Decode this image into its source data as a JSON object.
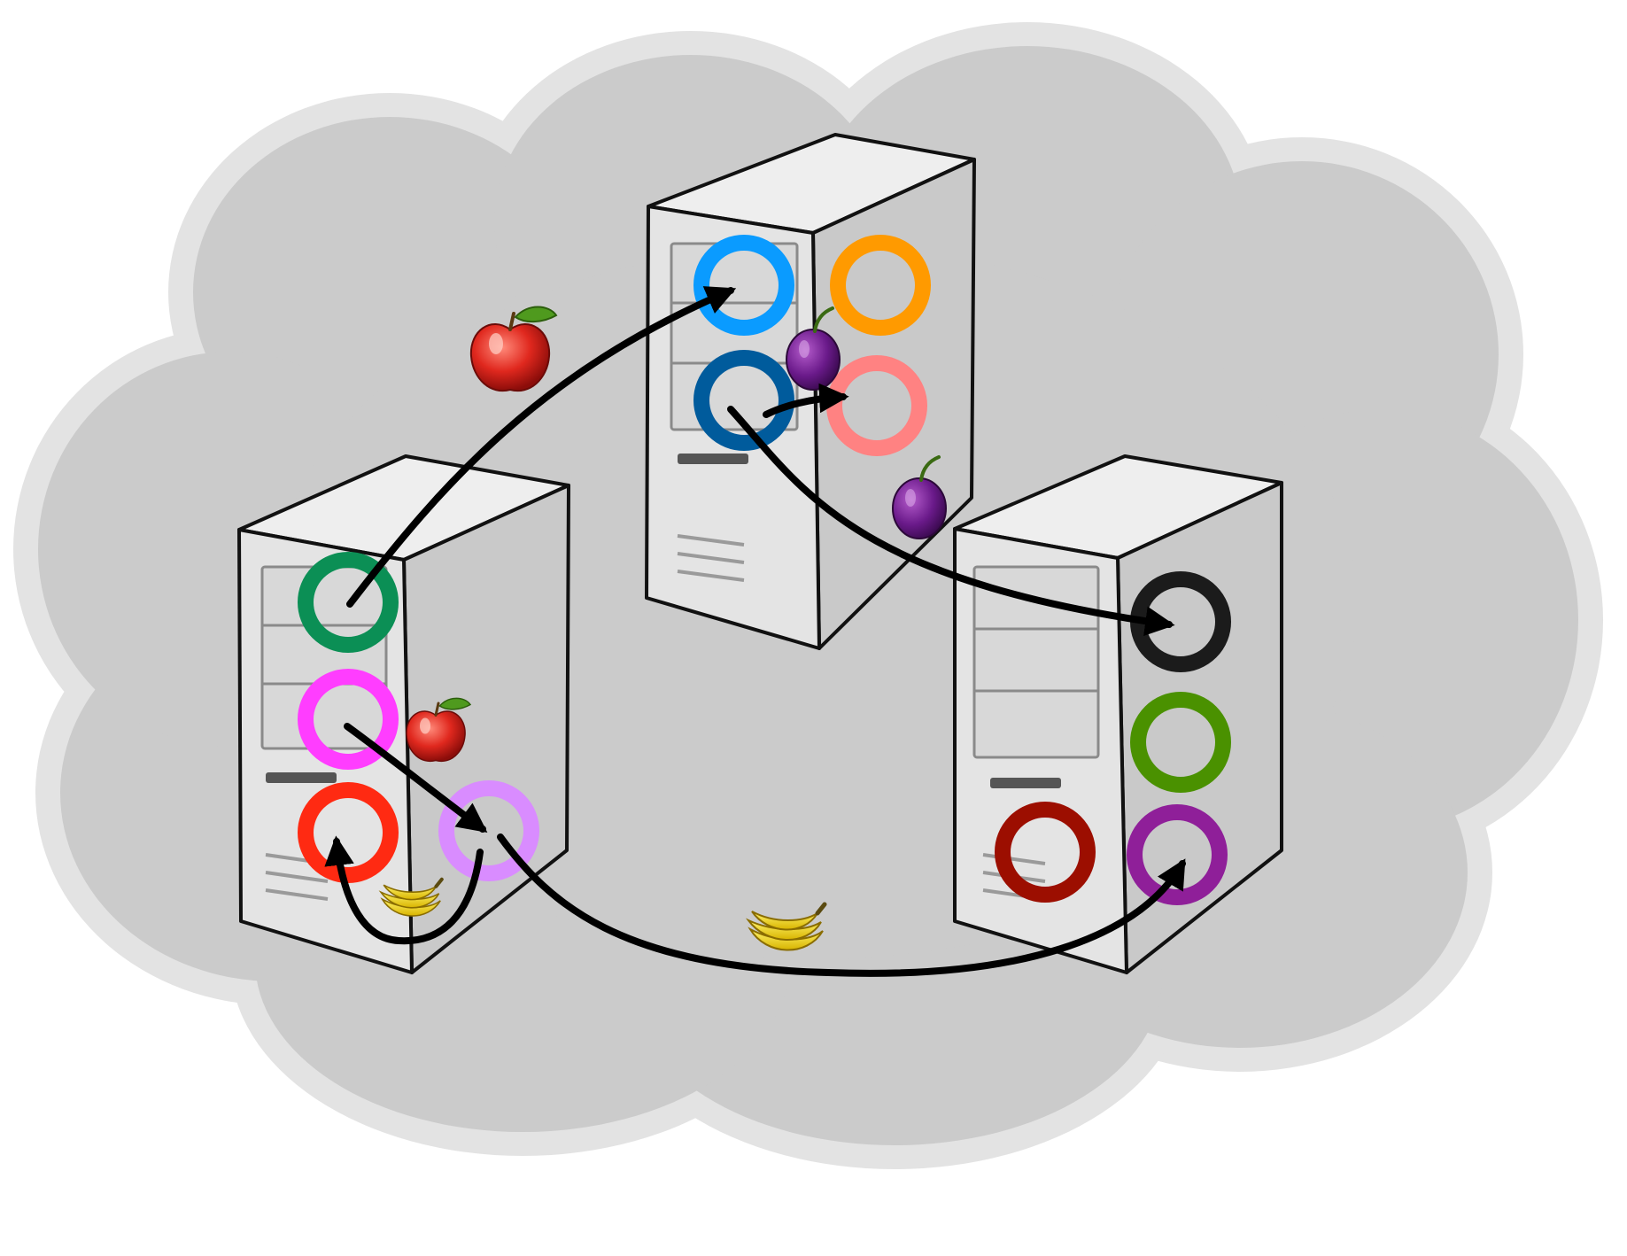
{
  "colors": {
    "background": "#ffffff",
    "cloud_fill": "#cbcbcb",
    "cloud_halo": "#e3e3e3",
    "arrow": "#000000"
  },
  "servers": [
    {
      "name": "server-left",
      "processes": [
        {
          "id": "green",
          "color": "#0b8f55"
        },
        {
          "id": "magenta",
          "color": "#ff3dff"
        },
        {
          "id": "red",
          "color": "#ff2a12"
        },
        {
          "id": "lavender",
          "color": "#d98cff"
        }
      ]
    },
    {
      "name": "server-top",
      "processes": [
        {
          "id": "sky-blue",
          "color": "#0a9bff"
        },
        {
          "id": "orange",
          "color": "#ff9a00"
        },
        {
          "id": "navy-blue",
          "color": "#005b9c"
        },
        {
          "id": "salmon",
          "color": "#ff8282"
        }
      ]
    },
    {
      "name": "server-right",
      "processes": [
        {
          "id": "black",
          "color": "#1b1b1b"
        },
        {
          "id": "olive-green",
          "color": "#4a9100"
        },
        {
          "id": "dark-red",
          "color": "#9c0e00"
        },
        {
          "id": "purple",
          "color": "#8f1f99"
        }
      ]
    }
  ],
  "messages": [
    {
      "from": "green",
      "to": "sky-blue"
    },
    {
      "from": "navy-blue",
      "to": "salmon"
    },
    {
      "from": "navy-blue",
      "to": "black"
    },
    {
      "from": "magenta",
      "to": "lavender"
    },
    {
      "from": "lavender",
      "to": "red"
    },
    {
      "from": "lavender",
      "to": "purple"
    }
  ],
  "fruits": [
    {
      "kind": "apple-icon",
      "count": 2
    },
    {
      "kind": "plum-icon",
      "count": 2
    },
    {
      "kind": "banana-icon",
      "count": 2
    }
  ]
}
